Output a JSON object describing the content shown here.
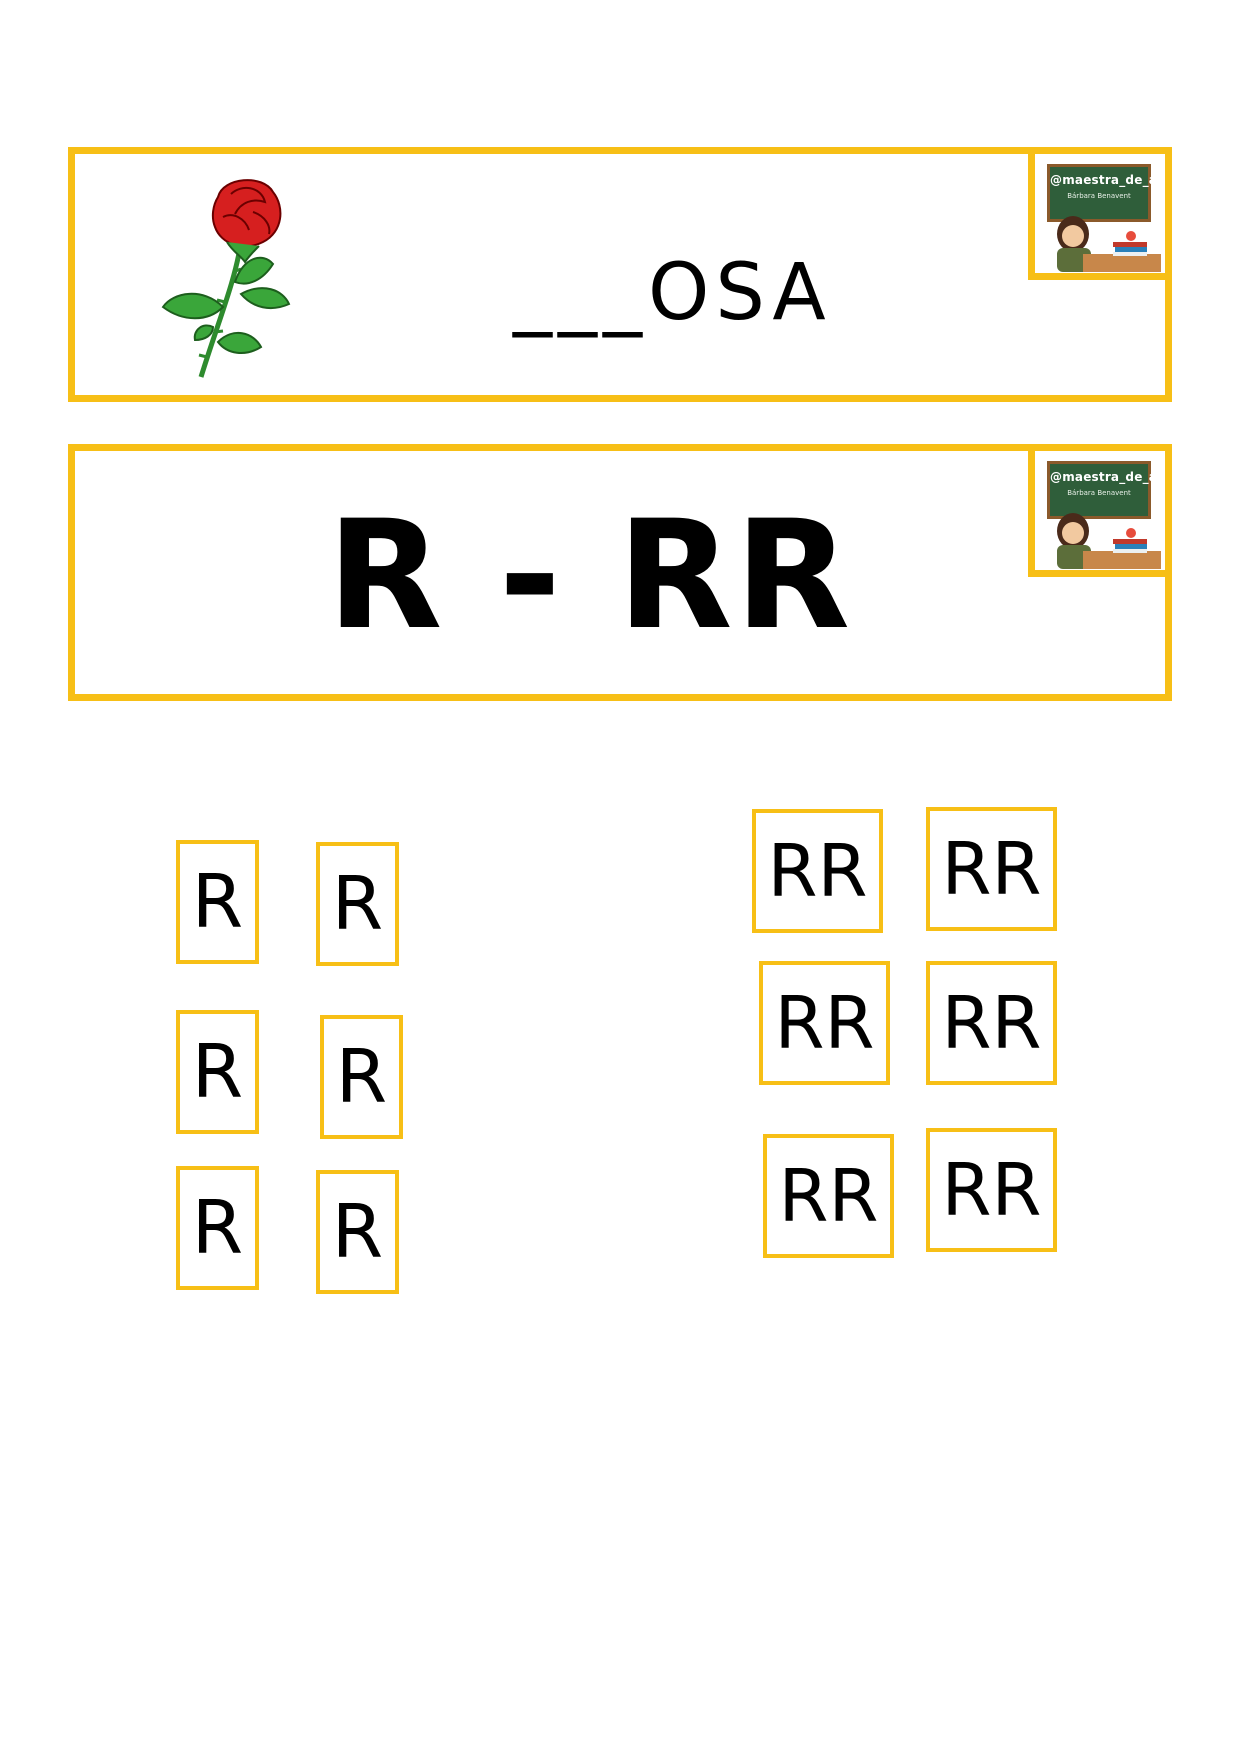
{
  "word_card": {
    "word": "___OSA",
    "image": "rose-illustration"
  },
  "rule_card": {
    "text": "R - RR"
  },
  "author_badge": {
    "handle": "@maestra_de_al",
    "name": "Bárbara Benavent"
  },
  "single_cards": [
    "R",
    "R",
    "R",
    "R",
    "R",
    "R"
  ],
  "double_cards": [
    "RR",
    "RR",
    "RR",
    "RR",
    "RR",
    "RR"
  ],
  "colors": {
    "border": "#f7bf16",
    "rose": "#d61f1f",
    "leaf": "#3aa63a",
    "board": "#2f5e3a"
  }
}
